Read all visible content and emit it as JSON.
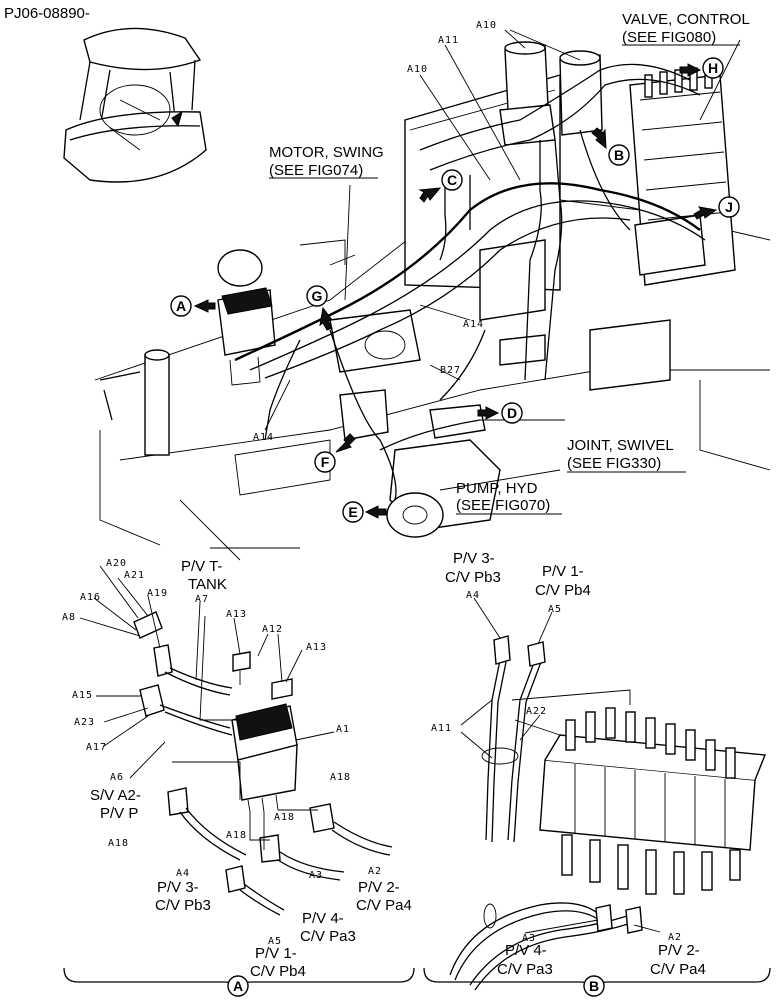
{
  "doc_id": "PJ06-08890-",
  "labels": {
    "valve_control": [
      "VALVE, CONTROL",
      "(SEE FIG080)"
    ],
    "motor_swing": [
      "MOTOR, SWING",
      "(SEE FIG074)"
    ],
    "joint_swivel": [
      "JOINT, SWIVEL",
      "(SEE FIG330)"
    ],
    "pump_hyd": [
      "PUMP, HYD",
      "(SEE FIG070)"
    ],
    "pv_t_tank": [
      "P/V T-",
      "TANK"
    ],
    "sv_a2_pv_p": [
      "S/V A2-",
      "P/V P"
    ],
    "pv3_cv_pb3_a": [
      "P/V 3-",
      "C/V Pb3"
    ],
    "pv4_cv_pa3_a": [
      "P/V 4-",
      "C/V Pa3"
    ],
    "pv2_cv_pa4_a": [
      "P/V 2-",
      "C/V Pa4"
    ],
    "pv1_cv_pb4_a": [
      "P/V 1-",
      "C/V Pb4"
    ],
    "pv3_cv_pb3_b": [
      "P/V 3-",
      "C/V Pb3"
    ],
    "pv1_cv_pb4_b": [
      "P/V 1-",
      "C/V Pb4"
    ],
    "pv4_cv_pa3_b": [
      "P/V 4-",
      "C/V Pa3"
    ],
    "pv2_cv_pa4_b": [
      "P/V 2-",
      "C/V Pa4"
    ]
  },
  "callouts": {
    "a": "A",
    "b": "B",
    "c": "C",
    "d": "D",
    "e": "E",
    "f": "F",
    "g": "G",
    "h": "H",
    "j": "J"
  },
  "part_refs": {
    "a10_1": "A10",
    "a10_2": "A10",
    "a11_1": "A11",
    "a14_1": "A14",
    "a14_2": "A14",
    "b27": "B27",
    "a20": "A20",
    "a21": "A21",
    "a16": "A16",
    "a19": "A19",
    "a8": "A8",
    "a7": "A7",
    "a13_1": "A13",
    "a12": "A12",
    "a13_2": "A13",
    "a15": "A15",
    "a23": "A23",
    "a17": "A17",
    "a1": "A1",
    "a6": "A6",
    "a18_1": "A18",
    "a18_2": "A18",
    "a18_3": "A18",
    "a18_4": "A18",
    "a4_1": "A4",
    "a3_1": "A3",
    "a2_1": "A2",
    "a5_1": "A5",
    "a4_2": "A4",
    "a5_2": "A5",
    "a11_2": "A11",
    "a22": "A22",
    "a3_2": "A3",
    "a2_2": "A2"
  },
  "detail_keys": {
    "left": "A",
    "right": "B"
  }
}
